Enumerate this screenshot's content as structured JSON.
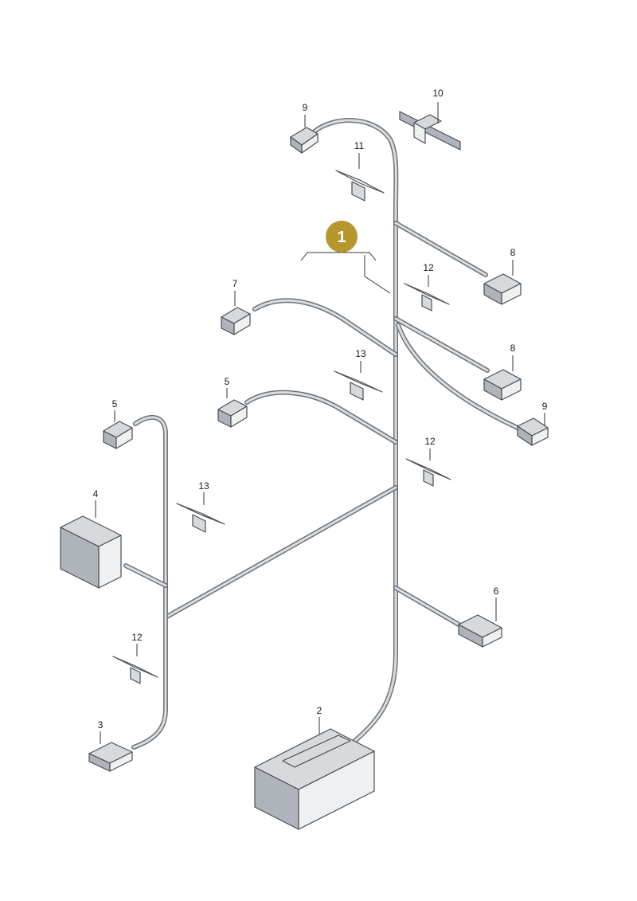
{
  "diagram": {
    "badge": {
      "text": "1",
      "color": "#b8962e"
    },
    "callouts": [
      {
        "id": "c10",
        "text": "10"
      },
      {
        "id": "c9a",
        "text": "9"
      },
      {
        "id": "c11",
        "text": "11"
      },
      {
        "id": "c8a",
        "text": "8"
      },
      {
        "id": "c12a",
        "text": "12"
      },
      {
        "id": "c7",
        "text": "7"
      },
      {
        "id": "c8b",
        "text": "8"
      },
      {
        "id": "c13a",
        "text": "13"
      },
      {
        "id": "c5a",
        "text": "5"
      },
      {
        "id": "c9b",
        "text": "9"
      },
      {
        "id": "c5b",
        "text": "5"
      },
      {
        "id": "c12b",
        "text": "12"
      },
      {
        "id": "c13b",
        "text": "13"
      },
      {
        "id": "c4",
        "text": "4"
      },
      {
        "id": "c6",
        "text": "6"
      },
      {
        "id": "c12c",
        "text": "12"
      },
      {
        "id": "c2",
        "text": "2"
      },
      {
        "id": "c3",
        "text": "3"
      }
    ],
    "colors": {
      "wire_outline": "#6e7378",
      "wire_fill": "#d9dde0",
      "part_fill": "#d6dadd",
      "part_dark": "#aeb4b9"
    }
  }
}
